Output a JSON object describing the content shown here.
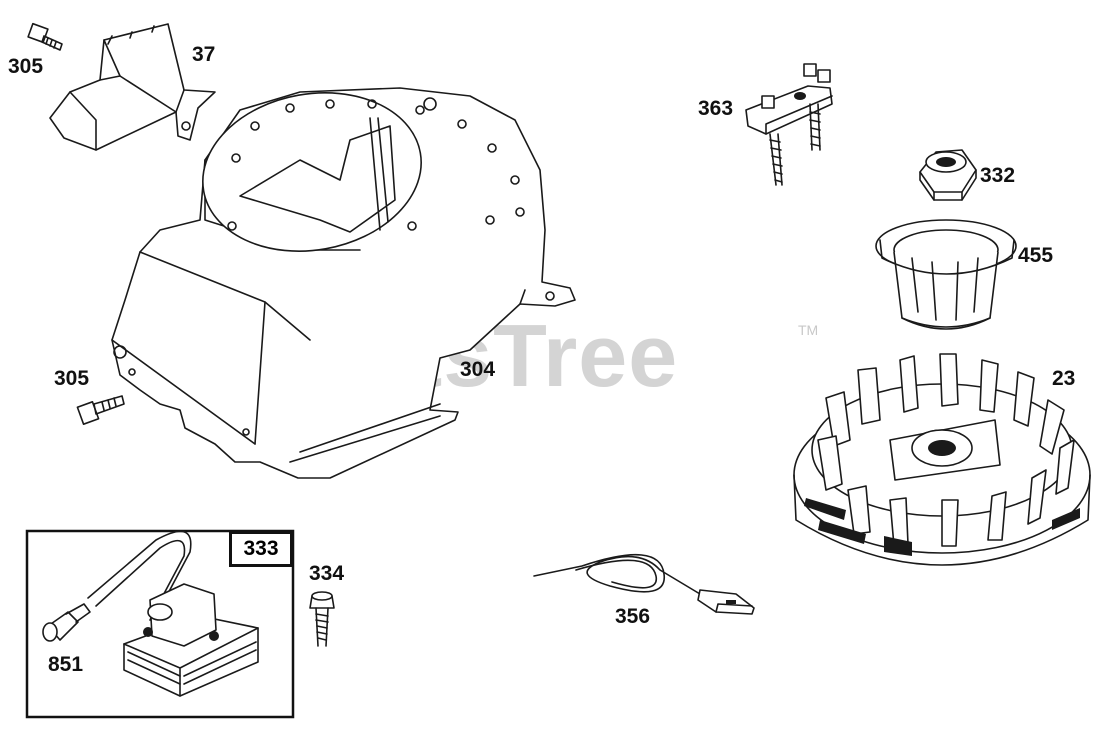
{
  "watermark": {
    "text": "PartsTree",
    "trademark": "TM"
  },
  "callouts": {
    "screw_top": "305",
    "baffle": "37",
    "screw_left": "305",
    "housing": "304",
    "bracket": "363",
    "nut": "332",
    "cup": "455",
    "flywheel": "23",
    "armature_box": "333",
    "armature_screw": "334",
    "spark_boot": "851",
    "ground_wire": "356"
  }
}
